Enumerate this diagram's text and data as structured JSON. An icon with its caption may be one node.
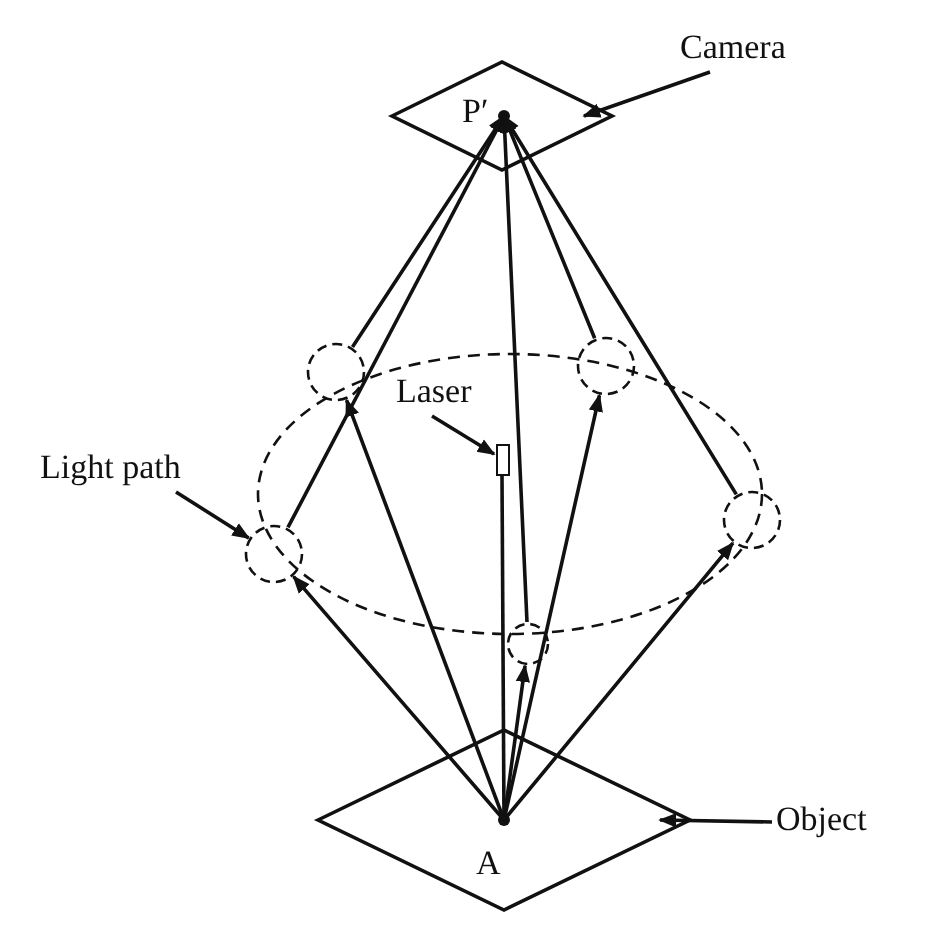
{
  "diagram": {
    "nodes": [
      {
        "text": [
          "Camera"
        ]
      },
      {
        "text": [
          "P′"
        ]
      },
      {
        "text": [
          "Laser"
        ]
      },
      {
        "text": [],
        "shape": "box"
      },
      {
        "text": [
          "Light path"
        ]
      },
      {
        "text": [],
        "shape": "circle"
      },
      {
        "text": [],
        "shape": "circle"
      },
      {
        "text": [],
        "shape": "circle"
      },
      {
        "text": [],
        "shape": "circle"
      },
      {
        "text": [],
        "shape": "circle"
      },
      {
        "text": [
          "A"
        ]
      },
      {
        "text": [
          "Object"
        ]
      }
    ],
    "edges": [
      {
        "from": 0,
        "to": 1,
        "arrow": "to"
      },
      {
        "from": 2,
        "to": 3,
        "arrow": "to"
      },
      {
        "from": 4,
        "to": 7,
        "arrow": "to"
      },
      {
        "from": 11,
        "to": 10,
        "arrow": "to"
      },
      {
        "from": 10,
        "to": 7,
        "arrow": "to"
      },
      {
        "from": 7,
        "to": 1,
        "arrow": "to"
      },
      {
        "from": 10,
        "to": 5,
        "arrow": "to"
      },
      {
        "from": 5,
        "to": 1,
        "arrow": "to"
      },
      {
        "from": 10,
        "to": 9,
        "arrow": "to"
      },
      {
        "from": 9,
        "to": 1,
        "arrow": "to"
      },
      {
        "from": 10,
        "to": 6,
        "arrow": "to"
      },
      {
        "from": 6,
        "to": 1,
        "arrow": "to"
      },
      {
        "from": 10,
        "to": 8,
        "arrow": "to"
      },
      {
        "from": 8,
        "to": 1,
        "arrow": "to"
      },
      {
        "from": 3,
        "to": 10,
        "arrow": "none"
      }
    ]
  }
}
